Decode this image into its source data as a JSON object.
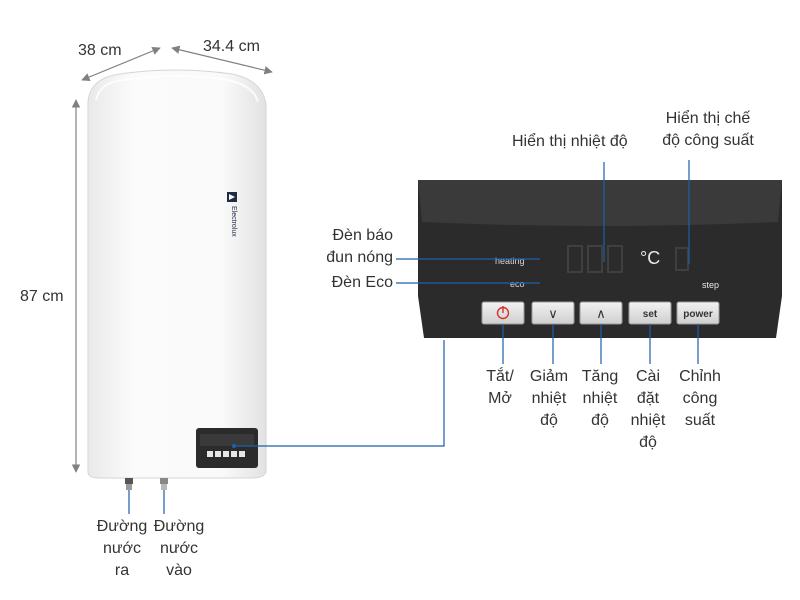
{
  "dimensions": {
    "depth": "38 cm",
    "width": "34.4 cm",
    "height": "87 cm"
  },
  "heater": {
    "brand": "Electrolux"
  },
  "panel": {
    "temp_unit": "°C",
    "step_text": "step",
    "heating_text": "heating",
    "eco_text": "eco",
    "buttons": {
      "decrease": "∨",
      "increase": "∧",
      "set": "set",
      "power": "power"
    }
  },
  "callouts": {
    "temp_display": "Hiển thị nhiệt độ",
    "power_mode_display": [
      "Hiển thị chế",
      "độ công suất"
    ],
    "heating_light": [
      "Đèn báo",
      "đun nóng"
    ],
    "eco_light": "Đèn Eco",
    "on_off": [
      "Tắt/",
      "Mở"
    ],
    "decrease_temp": [
      "Giảm",
      "nhiệt",
      "độ"
    ],
    "increase_temp": [
      "Tăng",
      "nhiệt",
      "độ"
    ],
    "set_temp": [
      "Cài",
      "đặt",
      "nhiệt",
      "độ"
    ],
    "adjust_power": [
      "Chỉnh",
      "công",
      "suất"
    ],
    "water_out": [
      "Đường",
      "nước",
      "ra"
    ],
    "water_in": [
      "Đường",
      "nước",
      "vào"
    ]
  },
  "colors": {
    "panel_body": "#2b2b2b",
    "panel_top": "#3a3a3a",
    "button_face": "#e6e6e6",
    "power_icon": "#d9302b",
    "pointer_line": "#1c5fa8",
    "dimension_line": "#808080",
    "label_text": "#333333"
  }
}
